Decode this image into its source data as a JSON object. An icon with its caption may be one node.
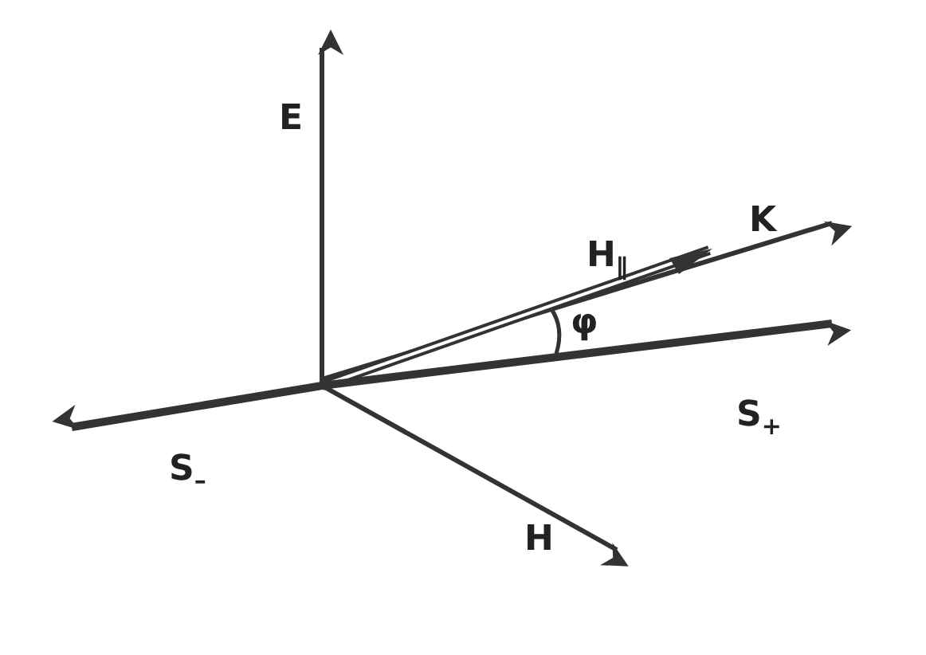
{
  "diagram": {
    "labels": [
      "E",
      "H$_{∥}$",
      "K",
      "φ",
      "S$_{+}$",
      "S$_{–}$",
      "H"
    ]
  }
}
